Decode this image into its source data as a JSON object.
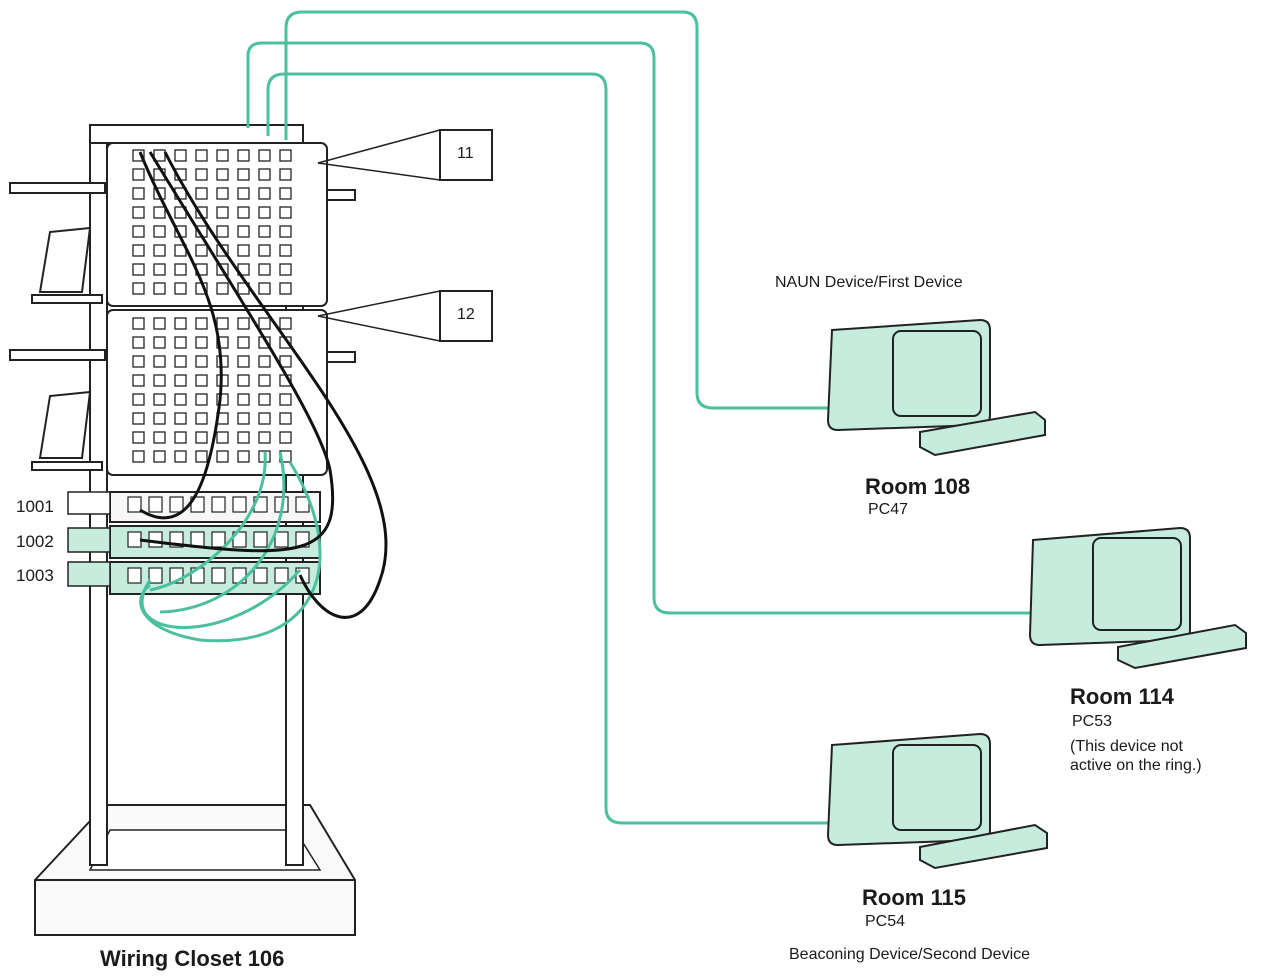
{
  "closet": {
    "title": "Wiring Closet 106"
  },
  "callouts": [
    {
      "label": "11"
    },
    {
      "label": "12"
    }
  ],
  "units": [
    {
      "label": "1001"
    },
    {
      "label": "1002"
    },
    {
      "label": "1003"
    }
  ],
  "rooms": [
    {
      "title": "Room 108",
      "pc": "PC47",
      "caption": "NAUN Device/First Device",
      "note": ""
    },
    {
      "title": "Room 114",
      "pc": "PC53",
      "caption": "",
      "note": "(This device not\nactive on the ring.)"
    },
    {
      "title": "Room 115",
      "pc": "PC54",
      "caption": "Beaconing Device/Second Device",
      "note": ""
    }
  ],
  "colors": {
    "cable": "#4cbf9e",
    "device_fill": "#c6ecde",
    "outline": "#222222",
    "patch_cord": "#111111"
  }
}
